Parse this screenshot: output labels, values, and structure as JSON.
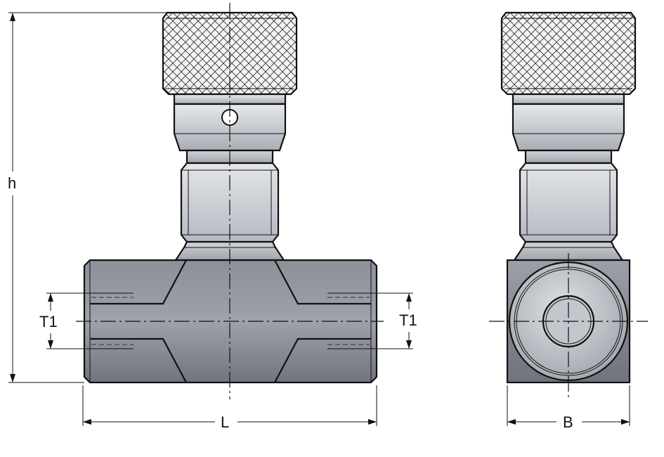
{
  "dimensions": {
    "height": "h",
    "length": "L",
    "width": "B",
    "thread_left": "T1",
    "thread_right": "T1"
  },
  "colors": {
    "line": "#111111",
    "body_light": "#e2e4e8",
    "body_mid": "#b8bcc4",
    "body_dark": "#7c818b",
    "knurl_bg": "#f4f4f6"
  }
}
